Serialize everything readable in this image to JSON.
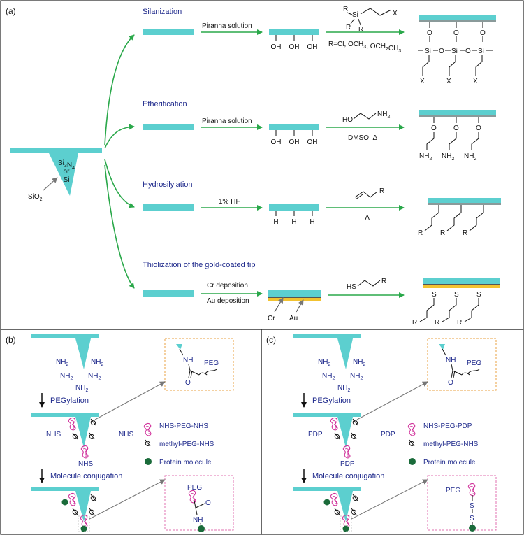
{
  "panels": {
    "a": {
      "label": "(a)",
      "tip": {
        "material_l1": "Si3N4",
        "material_l2": "or",
        "material_l3": "Si",
        "oxide": "SiO2"
      },
      "rows": [
        {
          "title": "Silanization",
          "step1": "Piranha solution",
          "oh_groups": [
            "OH",
            "OH",
            "OH"
          ],
          "reagent_sub": "R=Cl, OCH3, OCH2CH3",
          "reagent_atoms": {
            "si": "Si",
            "r": "R",
            "x": "X"
          },
          "product": {
            "o": "O",
            "si": "Si",
            "x": "X"
          }
        },
        {
          "title": "Etherification",
          "step1": "Piranha solution",
          "oh_groups": [
            "OH",
            "OH",
            "OH"
          ],
          "reagent_left": "HO",
          "reagent_right": "NH2",
          "reagent_sub": "DMSO  Δ",
          "product": {
            "o": "O",
            "nh2": "NH2"
          }
        },
        {
          "title": "Hydrosilylation",
          "step1": "1% HF",
          "h_groups": [
            "H",
            "H",
            "H"
          ],
          "reagent_r": "R",
          "reagent_sub": "Δ",
          "product": {
            "r": "R"
          }
        },
        {
          "title": "Thiolization of the gold-coated tip",
          "step1_top": "Cr deposition",
          "step1_bottom": "Au deposition",
          "layers": [
            "Cr",
            "Au"
          ],
          "reagent_left": "HS",
          "reagent_r": "R",
          "product": {
            "s": "S",
            "r": "R"
          }
        }
      ]
    },
    "b": {
      "label": "(b)",
      "amine": "NH2",
      "step1": "PEGylation",
      "step2": "Molecule conjugation",
      "end_group": "NHS",
      "legend": [
        "NHS-PEG-NHS",
        "methyl-PEG-NHS",
        "Protein molecule"
      ],
      "legend_left": "NHS",
      "inset_top": {
        "nh": "NH",
        "o": "O",
        "peg": "PEG"
      },
      "inset_bottom": {
        "peg": "PEG",
        "o": "O",
        "nh": "NH"
      }
    },
    "c": {
      "label": "(c)",
      "amine": "NH2",
      "step1": "PEGylation",
      "step2": "Molecule conjugation",
      "end_group": "PDP",
      "legend": [
        "NHS-PEG-PDP",
        "methyl-PEG-NHS",
        "Protein molecule"
      ],
      "legend_left": "PDP",
      "inset_top": {
        "nh": "NH",
        "o": "O",
        "peg": "PEG"
      },
      "inset_bottom": {
        "peg": "PEG",
        "s1": "S",
        "s2": "S"
      }
    }
  },
  "colors": {
    "substrate": "#5ccfcf",
    "substrate_bottom": "#8a9a9a",
    "gold": "#f2c230",
    "chromium": "#555555",
    "arrow_green": "#2aa84a",
    "arrow_gray": "#777777",
    "text_blue": "#1f2a8c",
    "peg_magenta": "#d0309a",
    "protein_green": "#1a6b3a",
    "box_orange": "#e8a040",
    "box_pink": "#e070b0"
  }
}
